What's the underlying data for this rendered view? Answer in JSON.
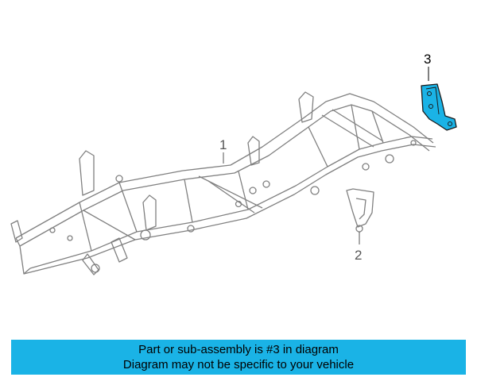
{
  "callouts": {
    "frame": "1",
    "bracket": "2",
    "highlighted_part": "3"
  },
  "colors": {
    "highlight": "#1ab3e6",
    "line": "#7a7a7a",
    "banner": "#1ab3e6"
  },
  "banner": {
    "line1": "Part or sub-assembly is #3 in diagram",
    "line2": "Diagram may not be specific to your vehicle"
  }
}
